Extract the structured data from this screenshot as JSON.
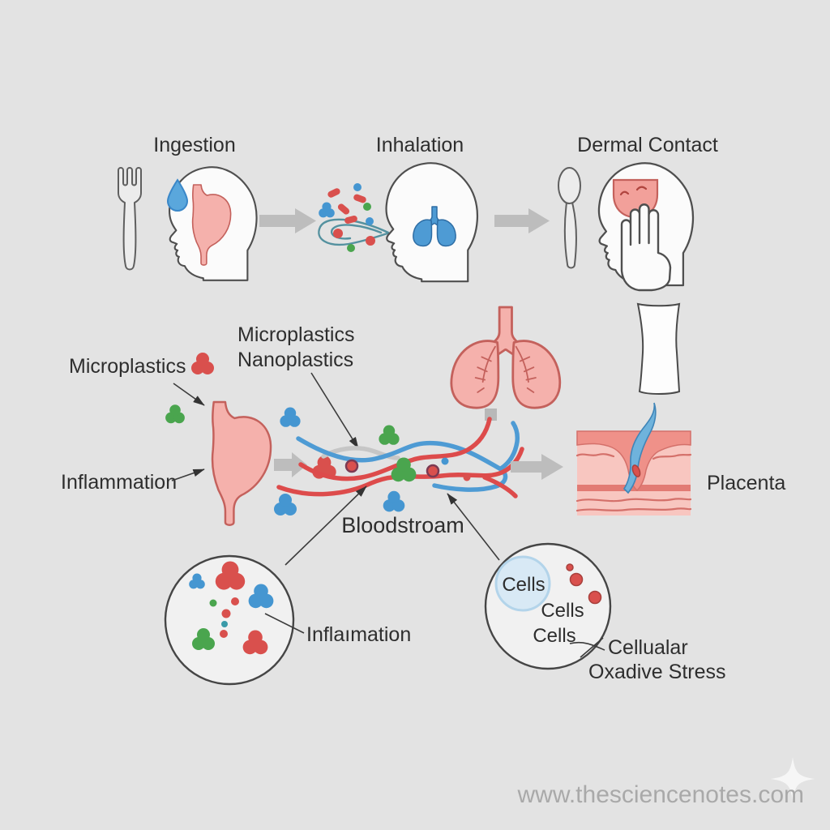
{
  "top_row": {
    "items": [
      {
        "label": "Ingestion",
        "icons": [
          "fork-icon",
          "head-profile-icon",
          "water-droplet-icon",
          "stomach-icon"
        ]
      },
      {
        "label": "Inhalation",
        "icons": [
          "particle-cloud-icon",
          "breath-swirl-icon",
          "head-profile-icon",
          "lungs-icon"
        ]
      },
      {
        "label": "Dermal Contact",
        "icons": [
          "spoon-icon",
          "head-profile-icon",
          "skin-patch-icon",
          "hand-icon"
        ]
      }
    ]
  },
  "middle": {
    "microplastics_label": "Microplastics",
    "inflammation_label": "Inflammation",
    "micro_nano_label_line1": "Microplastics",
    "micro_nano_label_line2": "Nanoplastics",
    "bloodstream_label": "Bloodstroam",
    "placenta_label": "Placenta",
    "icons": [
      "stomach-icon",
      "lungs-icon",
      "arm-icon",
      "hair-follicle-icon",
      "skin-cross-section-icon",
      "bloodstream-vessels-icon",
      "arrow-right-icon"
    ]
  },
  "bottom": {
    "inflammation_circle_label": "Inflaımation",
    "cells_labels": [
      "Cells",
      "Cells",
      "Cells"
    ],
    "oxidative_label_line1": "Cellualar",
    "oxidative_label_line2": "Oxadive Stress",
    "icons": [
      "inflammation-particles-circle-icon",
      "cells-circle-icon"
    ]
  },
  "watermark": {
    "text": "www.thesciencenotes.com",
    "icon": "sparkle-icon"
  },
  "colors": {
    "background": "#e3e3e3",
    "outline": "#4f4f4f",
    "text": "#2e2e2e",
    "red_particle": "#d9504d",
    "green_particle": "#4aa54e",
    "blue_particle": "#4596d1",
    "teal_particle": "#3a9aa8",
    "vessel_red": "#dd4b4b",
    "vessel_blue": "#4e9bd4",
    "vessel_silver": "#c6c6c6",
    "organ_pink": "#f5b1ac",
    "organ_pink_outline": "#c4615c",
    "lungs_blue": "#4e9bd4",
    "droplet_blue": "#5aa7dc",
    "arrow_gray": "#bdbdbd",
    "skin_base": "#f8c6c0",
    "skin_band": "#e27b74",
    "watermark_gray": "#a9a9a9"
  }
}
